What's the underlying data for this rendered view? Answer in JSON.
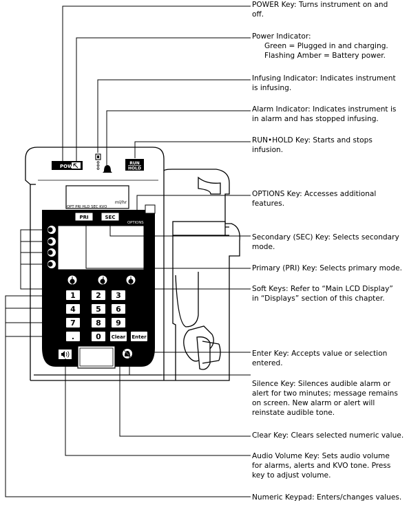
{
  "device": {
    "power_key": "POWER",
    "run_hold_key": [
      "RUN",
      "HOLD"
    ],
    "lcd_unit": "ml/hr",
    "lcd_status": [
      "OPT",
      "PRI",
      "HLD",
      "SEC",
      "KVO"
    ],
    "pri_key": "PRI",
    "sec_key": "SEC",
    "options_key": "OPTIONS",
    "keypad": [
      "1",
      "2",
      "3",
      "4",
      "5",
      "6",
      "7",
      "8",
      "9",
      ".",
      "0",
      "Clear",
      "Enter"
    ]
  },
  "callouts": [
    {
      "id": "power-key",
      "title": "POWER Key:",
      "lines": [
        "Turns instrument on and",
        "off."
      ]
    },
    {
      "id": "power-indicator",
      "title": "Power Indicator:",
      "lines": [],
      "indent": [
        "Green = Plugged in and charging.",
        "Flashing Amber = Battery power."
      ]
    },
    {
      "id": "infusing-indicator",
      "title": "Infusing Indicator:",
      "lines": [
        "Indicates instrument",
        "is infusing."
      ]
    },
    {
      "id": "alarm-indicator",
      "title": "Alarm Indicator:",
      "lines": [
        "Indicates instrument is",
        "in alarm and has stopped infusing."
      ]
    },
    {
      "id": "run-hold-key",
      "title": "RUN•HOLD Key:",
      "lines": [
        "Starts and stops",
        "infusion."
      ]
    },
    {
      "id": "options-key",
      "title": "OPTIONS Key:",
      "lines": [
        "Accesses additional",
        "features."
      ]
    },
    {
      "id": "secondary-key",
      "title": "Secondary (SEC) Key:",
      "lines": [
        "Selects secondary",
        "mode."
      ]
    },
    {
      "id": "primary-key",
      "title": "Primary (PRI) Key:",
      "lines": [
        "Selects primary mode."
      ]
    },
    {
      "id": "soft-keys",
      "title": "Soft Keys:",
      "lines": [
        "Refer to “Main LCD Display”",
        "in “Displays” section of this chapter."
      ]
    },
    {
      "id": "enter-key",
      "title": "Enter Key:",
      "lines": [
        "Accepts value or selection",
        "entered."
      ]
    },
    {
      "id": "silence-key",
      "title": "Silence Key:",
      "lines": [
        "Silences audible alarm or",
        "alert for two minutes; message remains",
        "on screen.  New alarm or alert will",
        "reinstate audible tone."
      ]
    },
    {
      "id": "clear-key",
      "title": "Clear Key:",
      "lines": [
        "Clears selected numeric value."
      ]
    },
    {
      "id": "audio-volume-key",
      "title": "Audio Volume Key:",
      "lines": [
        "Sets audio volume",
        "for alarms, alerts and KVO tone.  Press",
        "key to adjust volume."
      ]
    },
    {
      "id": "numeric-keypad",
      "title": "Numeric Keypad:",
      "lines": [
        "Enters/changes values."
      ]
    }
  ]
}
